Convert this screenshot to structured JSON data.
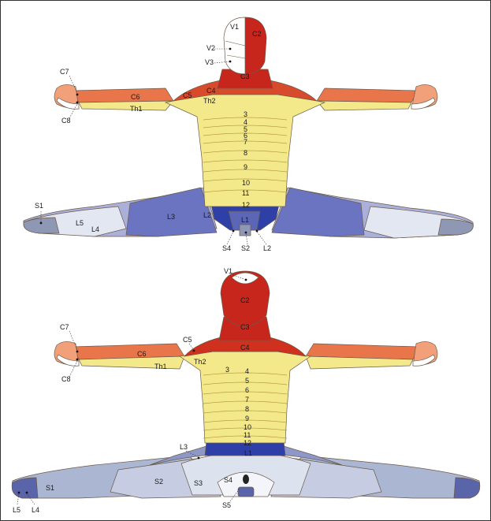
{
  "colors": {
    "cervical_dark": "#c6261c",
    "cervical_orange": "#e8764a",
    "cervical_light": "#f2a07a",
    "thoracic_yellow": "#f4e98a",
    "thoracic_yellow_edge": "#e6d36a",
    "lumbar_blue": "#2f3fa8",
    "lumbar_mid": "#6a74c0",
    "lumbar_light": "#aab0da",
    "sacral_pale": "#dde2ef",
    "sacral_grey": "#8e98b5",
    "skin_white": "#ffffff"
  },
  "front": {
    "head_labels": [
      "V1",
      "V2",
      "V3",
      "C2",
      "C3"
    ],
    "arm_labels": {
      "c7": "C7",
      "c8": "C8",
      "c6": "C6",
      "c5": "C5",
      "c4": "C4",
      "th1": "Th1",
      "th2": "Th2"
    },
    "trunk_numbers": [
      "3",
      "4",
      "5",
      "6",
      "7",
      "8",
      "9",
      "10",
      "11",
      "12"
    ],
    "leg_labels": {
      "s1": "S1",
      "l5": "L5",
      "l4": "L4",
      "l3": "L3",
      "l2": "L2",
      "l1": "L1"
    },
    "bottom_labels": {
      "s4": "S4",
      "s2": "S2",
      "l2b": "L2"
    }
  },
  "back": {
    "head_labels": [
      "V1",
      "C2",
      "C3",
      "C4"
    ],
    "arm_labels": {
      "c7": "C7",
      "c8": "C8",
      "c6": "C6",
      "c5": "C5",
      "th1": "Th1",
      "th2": "Th2"
    },
    "trunk_numbers": [
      "3",
      "4",
      "5",
      "6",
      "7",
      "8",
      "9",
      "10",
      "11",
      "12"
    ],
    "leg_labels": {
      "l3": "L3",
      "l1": "L1",
      "s1": "S1",
      "l5": "L5",
      "l4": "L4",
      "s2": "S2",
      "s3": "S3",
      "s4": "S4",
      "s5": "S5"
    }
  }
}
